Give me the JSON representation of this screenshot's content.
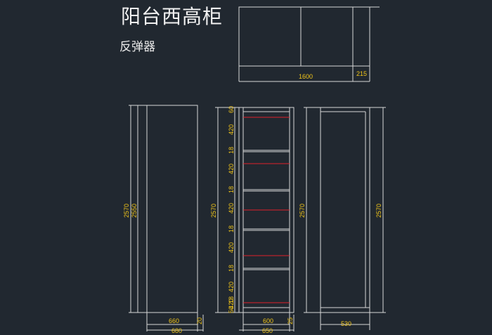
{
  "title": "阳台西高柜",
  "subtitle": "反弹器",
  "colors": {
    "background": "#212830",
    "line": "#d8d8d8",
    "dimension": "#f0c419",
    "accent": "#e0202a"
  },
  "plan_view": {
    "width_dim": "1600",
    "side_dim": "215"
  },
  "front_view": {
    "height_outer": "2570",
    "height_inner": "2550",
    "width_inner": "660",
    "width_outer": "680",
    "side_gap": "20"
  },
  "section_view": {
    "height_dim": "2570",
    "width_inner": "600",
    "width_outer": "650",
    "side_gap": "25",
    "segment_dims": [
      "60",
      "420",
      "18",
      "420",
      "18",
      "420",
      "18",
      "420",
      "18",
      "420",
      "18",
      "420",
      "50"
    ]
  },
  "side_view": {
    "height_dim": "2570",
    "depth_dim": "530"
  }
}
